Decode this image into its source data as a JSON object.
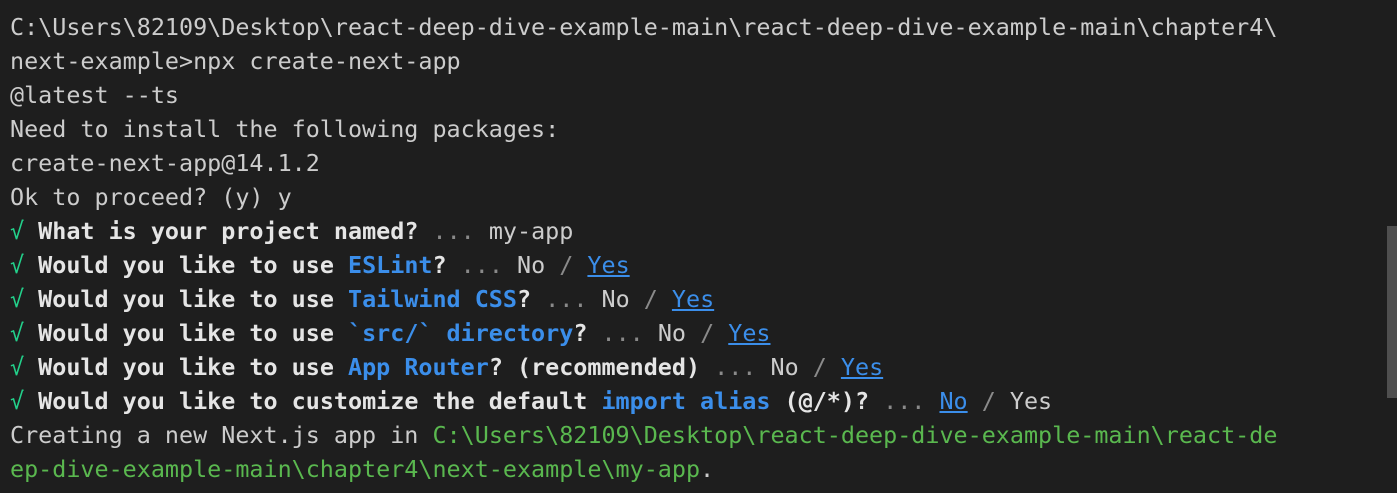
{
  "terminal": {
    "lines": [
      {
        "parts": [
          {
            "t": "C:\\Users\\82109\\Desktop\\react-deep-dive-example-main\\react-deep-dive-example-main\\chapter4\\",
            "c": ""
          }
        ]
      },
      {
        "parts": [
          {
            "t": "next-example>npx create-next-app",
            "c": ""
          }
        ]
      },
      {
        "parts": [
          {
            "t": "@latest --ts",
            "c": ""
          }
        ]
      },
      {
        "parts": [
          {
            "t": "Need to install the following packages:",
            "c": ""
          }
        ]
      },
      {
        "parts": [
          {
            "t": "create-next-app@14.1.2",
            "c": ""
          }
        ]
      },
      {
        "parts": [
          {
            "t": "Ok to proceed? (y) y",
            "c": ""
          }
        ]
      },
      {
        "parts": [
          {
            "t": "√ ",
            "c": "green"
          },
          {
            "t": "What is your project named?",
            "c": "bold"
          },
          {
            "t": " ... ",
            "c": "dim"
          },
          {
            "t": "my-app",
            "c": ""
          }
        ]
      },
      {
        "parts": [
          {
            "t": "√ ",
            "c": "green"
          },
          {
            "t": "Would you like to use ",
            "c": "bold"
          },
          {
            "t": "ESLint",
            "c": "blue"
          },
          {
            "t": "?",
            "c": "bold"
          },
          {
            "t": " ... ",
            "c": "dim"
          },
          {
            "t": "No",
            "c": ""
          },
          {
            "t": " / ",
            "c": "dim"
          },
          {
            "t": "Yes",
            "c": "ul"
          }
        ]
      },
      {
        "parts": [
          {
            "t": "√ ",
            "c": "green"
          },
          {
            "t": "Would you like to use ",
            "c": "bold"
          },
          {
            "t": "Tailwind CSS",
            "c": "blue"
          },
          {
            "t": "?",
            "c": "bold"
          },
          {
            "t": " ... ",
            "c": "dim"
          },
          {
            "t": "No",
            "c": ""
          },
          {
            "t": " / ",
            "c": "dim"
          },
          {
            "t": "Yes",
            "c": "ul"
          }
        ]
      },
      {
        "parts": [
          {
            "t": "√ ",
            "c": "green"
          },
          {
            "t": "Would you like to use ",
            "c": "bold"
          },
          {
            "t": "`src/` directory",
            "c": "blue"
          },
          {
            "t": "?",
            "c": "bold"
          },
          {
            "t": " ... ",
            "c": "dim"
          },
          {
            "t": "No",
            "c": ""
          },
          {
            "t": " / ",
            "c": "dim"
          },
          {
            "t": "Yes",
            "c": "ul"
          }
        ]
      },
      {
        "parts": [
          {
            "t": "√ ",
            "c": "green"
          },
          {
            "t": "Would you like to use ",
            "c": "bold"
          },
          {
            "t": "App Router",
            "c": "blue"
          },
          {
            "t": "? (recommended)",
            "c": "bold"
          },
          {
            "t": " ... ",
            "c": "dim"
          },
          {
            "t": "No",
            "c": ""
          },
          {
            "t": " / ",
            "c": "dim"
          },
          {
            "t": "Yes",
            "c": "ul"
          }
        ]
      },
      {
        "parts": [
          {
            "t": "√ ",
            "c": "green"
          },
          {
            "t": "Would you like to customize the default ",
            "c": "bold"
          },
          {
            "t": "import alias",
            "c": "blue"
          },
          {
            "t": " (@/*)?",
            "c": "bold"
          },
          {
            "t": " ... ",
            "c": "dim"
          },
          {
            "t": "No",
            "c": "ul"
          },
          {
            "t": " / ",
            "c": "dim"
          },
          {
            "t": "Yes",
            "c": ""
          }
        ]
      },
      {
        "parts": [
          {
            "t": "Creating a new Next.js app in ",
            "c": ""
          },
          {
            "t": "C:\\Users\\82109\\Desktop\\react-deep-dive-example-main\\react-de",
            "c": "path"
          }
        ]
      },
      {
        "parts": [
          {
            "t": "ep-dive-example-main\\chapter4\\next-example\\my-app",
            "c": "path"
          },
          {
            "t": ".",
            "c": ""
          }
        ]
      }
    ]
  },
  "colors": {
    "background": "#1e1e1e",
    "foreground": "#cccccc",
    "check": "#23d18b",
    "highlight": "#3b8eea",
    "path": "#5ab84f"
  }
}
